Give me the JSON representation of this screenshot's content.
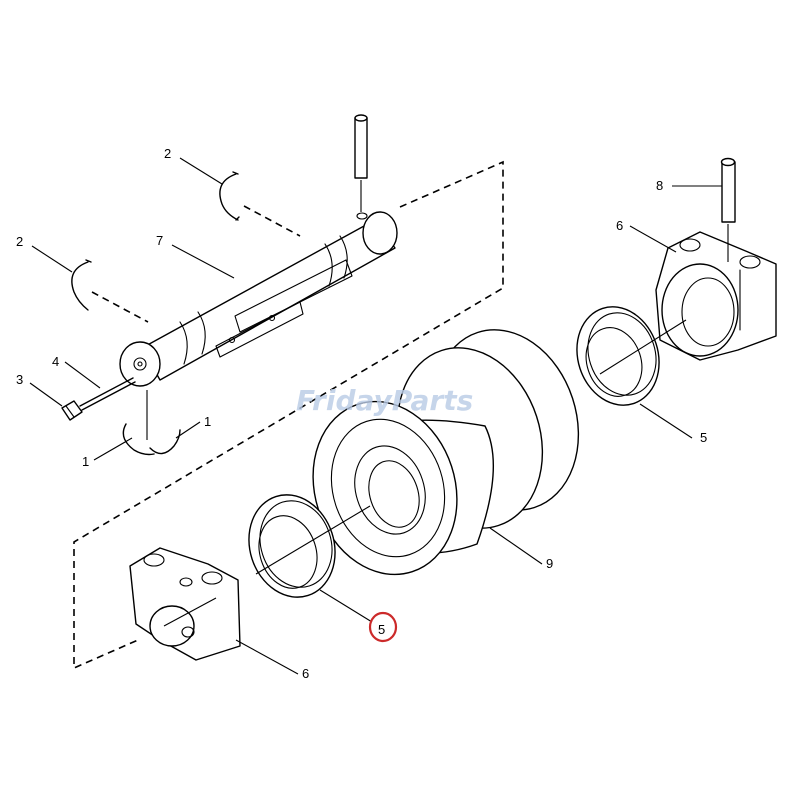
{
  "diagram": {
    "callouts": [
      {
        "id": "c1",
        "text": "2"
      },
      {
        "id": "c2",
        "text": "2"
      },
      {
        "id": "c3",
        "text": "7"
      },
      {
        "id": "c4",
        "text": "4"
      },
      {
        "id": "c5",
        "text": "3"
      },
      {
        "id": "c6",
        "text": "1"
      },
      {
        "id": "c7",
        "text": "1"
      },
      {
        "id": "c8",
        "text": "8"
      },
      {
        "id": "c9",
        "text": "6"
      },
      {
        "id": "c10",
        "text": "5"
      },
      {
        "id": "c11",
        "text": "9"
      },
      {
        "id": "c12",
        "text": "5"
      },
      {
        "id": "c13",
        "text": "6"
      }
    ],
    "highlight": {
      "callout_text": "5",
      "color": "#cc2a2a"
    }
  },
  "watermark": {
    "text": "FridayParts",
    "color": "#b9cbe6"
  }
}
